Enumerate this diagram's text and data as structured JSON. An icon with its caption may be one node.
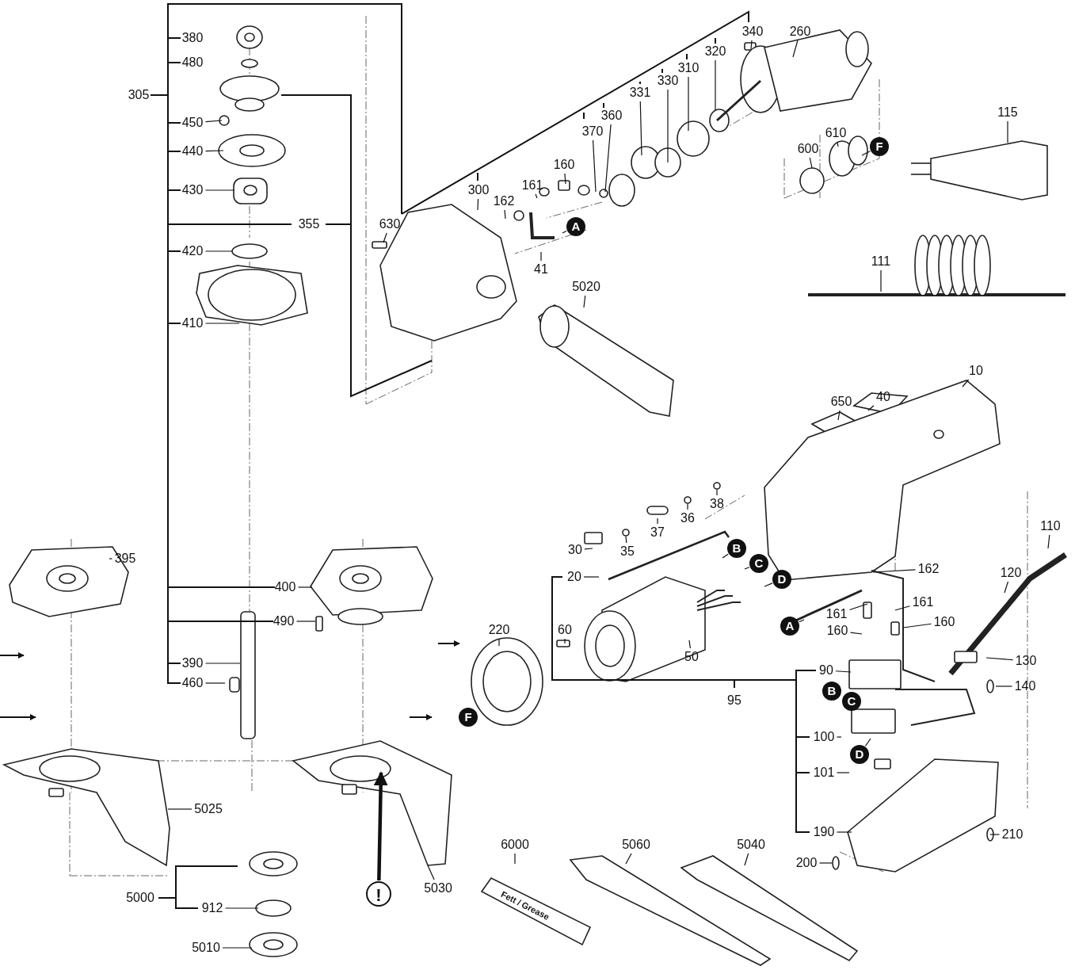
{
  "diagram": {
    "nodes": [
      {
        "text": [
          "305"
        ]
      },
      {
        "text": [
          "380"
        ]
      },
      {
        "text": [
          "480"
        ]
      },
      {
        "text": [
          "450"
        ]
      },
      {
        "text": [
          "440"
        ]
      },
      {
        "text": [
          "430"
        ]
      },
      {
        "text": [
          "355"
        ]
      },
      {
        "text": [
          "420"
        ]
      },
      {
        "text": [
          "410"
        ]
      },
      {
        "text": [
          "400"
        ]
      },
      {
        "text": [
          "490"
        ]
      },
      {
        "text": [
          "390"
        ]
      },
      {
        "text": [
          "460"
        ]
      },
      {
        "text": [
          "395"
        ]
      },
      {
        "text": [
          "630"
        ]
      },
      {
        "text": [
          "300"
        ]
      },
      {
        "text": [
          "162"
        ]
      },
      {
        "text": [
          "161"
        ]
      },
      {
        "text": [
          "160"
        ]
      },
      {
        "text": [
          "370"
        ]
      },
      {
        "text": [
          "360"
        ]
      },
      {
        "text": [
          "331"
        ]
      },
      {
        "text": [
          "330"
        ]
      },
      {
        "text": [
          "310"
        ]
      },
      {
        "text": [
          "320"
        ]
      },
      {
        "text": [
          "340"
        ]
      },
      {
        "text": [
          "260"
        ]
      },
      {
        "text": [
          "A"
        ]
      },
      {
        "text": [
          "41"
        ]
      },
      {
        "text": [
          "5020"
        ]
      },
      {
        "text": [
          "600"
        ]
      },
      {
        "text": [
          "610"
        ]
      },
      {
        "text": [
          "F"
        ]
      },
      {
        "text": [
          "115"
        ]
      },
      {
        "text": [
          "111"
        ]
      },
      {
        "text": [
          "40"
        ]
      },
      {
        "text": [
          "10"
        ]
      },
      {
        "text": [
          "650"
        ]
      },
      {
        "text": [
          "38"
        ]
      },
      {
        "text": [
          "36"
        ]
      },
      {
        "text": [
          "37"
        ]
      },
      {
        "text": [
          "35"
        ]
      },
      {
        "text": [
          "30"
        ]
      },
      {
        "text": [
          "B"
        ]
      },
      {
        "text": [
          "C"
        ]
      },
      {
        "text": [
          "D"
        ]
      },
      {
        "text": [
          "20"
        ]
      },
      {
        "text": [
          "162"
        ]
      },
      {
        "text": [
          "161"
        ]
      },
      {
        "text": [
          "161"
        ]
      },
      {
        "text": [
          "160"
        ]
      },
      {
        "text": [
          "160"
        ]
      },
      {
        "text": [
          "A"
        ]
      },
      {
        "text": [
          "60"
        ]
      },
      {
        "text": [
          "50"
        ]
      },
      {
        "text": [
          "110"
        ]
      },
      {
        "text": [
          "120"
        ]
      },
      {
        "text": [
          "220"
        ]
      },
      {
        "text": [
          "90"
        ]
      },
      {
        "text": [
          "B"
        ]
      },
      {
        "text": [
          "C"
        ]
      },
      {
        "text": [
          "130"
        ]
      },
      {
        "text": [
          "140"
        ]
      },
      {
        "text": [
          "95"
        ]
      },
      {
        "text": [
          "F"
        ]
      },
      {
        "text": [
          "100"
        ]
      },
      {
        "text": [
          "D"
        ]
      },
      {
        "text": [
          "101"
        ]
      },
      {
        "text": [
          "190"
        ]
      },
      {
        "text": [
          "210"
        ]
      },
      {
        "text": [
          "200"
        ]
      },
      {
        "text": [
          "5025"
        ]
      },
      {
        "text": [
          "5030"
        ]
      },
      {
        "text": [
          "!"
        ]
      },
      {
        "text": [
          "5000"
        ]
      },
      {
        "text": [
          "912"
        ]
      },
      {
        "text": [
          "5010"
        ]
      },
      {
        "text": [
          "6000"
        ]
      },
      {
        "text": [
          "5060"
        ]
      },
      {
        "text": [
          "5040"
        ]
      }
    ],
    "edges": [
      {
        "from": 3,
        "to": null,
        "arrow": "none"
      },
      {
        "from": 4,
        "to": null,
        "arrow": "none"
      },
      {
        "from": 5,
        "to": null,
        "arrow": "none"
      },
      {
        "from": 7,
        "to": null,
        "arrow": "none"
      },
      {
        "from": 8,
        "to": null,
        "arrow": "none"
      },
      {
        "from": 9,
        "to": null,
        "arrow": "none"
      },
      {
        "from": 10,
        "to": null,
        "arrow": "none"
      },
      {
        "from": 11,
        "to": null,
        "arrow": "none"
      },
      {
        "from": 12,
        "to": null,
        "arrow": "none"
      },
      {
        "from": 13,
        "to": null,
        "arrow": "none"
      },
      {
        "from": 14,
        "to": null,
        "arrow": "none"
      },
      {
        "from": 15,
        "to": null,
        "arrow": "none"
      },
      {
        "from": 16,
        "to": null,
        "arrow": "none"
      },
      {
        "from": 17,
        "to": null,
        "arrow": "none"
      },
      {
        "from": 18,
        "to": null,
        "arrow": "none"
      },
      {
        "from": 19,
        "to": null,
        "arrow": "none"
      },
      {
        "from": 20,
        "to": null,
        "arrow": "none"
      },
      {
        "from": 21,
        "to": null,
        "arrow": "none"
      },
      {
        "from": 22,
        "to": null,
        "arrow": "none"
      },
      {
        "from": 23,
        "to": null,
        "arrow": "none"
      },
      {
        "from": 24,
        "to": null,
        "arrow": "none"
      },
      {
        "from": 25,
        "to": null,
        "arrow": "none"
      },
      {
        "from": 26,
        "to": null,
        "arrow": "none"
      },
      {
        "from": 27,
        "to": null,
        "arrow": "none"
      },
      {
        "from": 28,
        "to": null,
        "arrow": "none"
      },
      {
        "from": 29,
        "to": null,
        "arrow": "none"
      },
      {
        "from": 30,
        "to": null,
        "arrow": "none"
      },
      {
        "from": 31,
        "to": null,
        "arrow": "none"
      },
      {
        "from": 32,
        "to": null,
        "arrow": "none"
      },
      {
        "from": 33,
        "to": null,
        "arrow": "none"
      },
      {
        "from": 34,
        "to": null,
        "arrow": "none"
      },
      {
        "from": 35,
        "to": null,
        "arrow": "none"
      },
      {
        "from": 36,
        "to": null,
        "arrow": "none"
      },
      {
        "from": 37,
        "to": null,
        "arrow": "none"
      },
      {
        "from": 38,
        "to": null,
        "arrow": "none"
      },
      {
        "from": 39,
        "to": null,
        "arrow": "none"
      },
      {
        "from": 40,
        "to": null,
        "arrow": "none"
      },
      {
        "from": 41,
        "to": null,
        "arrow": "none"
      },
      {
        "from": 42,
        "to": null,
        "arrow": "none"
      },
      {
        "from": 43,
        "to": null,
        "arrow": "none"
      },
      {
        "from": 44,
        "to": null,
        "arrow": "none"
      },
      {
        "from": 45,
        "to": null,
        "arrow": "none"
      },
      {
        "from": 46,
        "to": null,
        "arrow": "none"
      },
      {
        "from": 47,
        "to": null,
        "arrow": "none"
      },
      {
        "from": 48,
        "to": null,
        "arrow": "none"
      },
      {
        "from": 49,
        "to": null,
        "arrow": "none"
      },
      {
        "from": 50,
        "to": null,
        "arrow": "none"
      },
      {
        "from": 51,
        "to": null,
        "arrow": "none"
      },
      {
        "from": 52,
        "to": null,
        "arrow": "none"
      },
      {
        "from": 53,
        "to": null,
        "arrow": "none"
      },
      {
        "from": 54,
        "to": null,
        "arrow": "none"
      },
      {
        "from": 55,
        "to": null,
        "arrow": "none"
      },
      {
        "from": 56,
        "to": null,
        "arrow": "none"
      },
      {
        "from": 57,
        "to": null,
        "arrow": "none"
      },
      {
        "from": 58,
        "to": null,
        "arrow": "none"
      },
      {
        "from": 61,
        "to": null,
        "arrow": "none"
      },
      {
        "from": 62,
        "to": null,
        "arrow": "none"
      },
      {
        "from": 65,
        "to": null,
        "arrow": "none"
      },
      {
        "from": 66,
        "to": null,
        "arrow": "none"
      },
      {
        "from": 67,
        "to": null,
        "arrow": "none"
      },
      {
        "from": 68,
        "to": null,
        "arrow": "none"
      },
      {
        "from": 69,
        "to": null,
        "arrow": "none"
      },
      {
        "from": 70,
        "to": null,
        "arrow": "none"
      },
      {
        "from": 71,
        "to": null,
        "arrow": "none"
      },
      {
        "from": 72,
        "to": null,
        "arrow": "none"
      },
      {
        "from": 73,
        "to": null,
        "arrow": "to",
        "style": "thick"
      },
      {
        "from": 75,
        "to": null,
        "arrow": "none"
      },
      {
        "from": 76,
        "to": null,
        "arrow": "none"
      },
      {
        "from": 77,
        "to": null,
        "arrow": "none"
      },
      {
        "from": 78,
        "to": null,
        "arrow": "none"
      },
      {
        "from": 79,
        "to": null,
        "arrow": "none"
      }
    ],
    "labels": [
      "Fett / Grease"
    ]
  }
}
